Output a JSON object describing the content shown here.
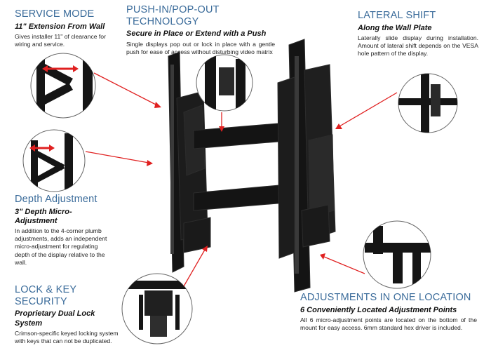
{
  "sections": {
    "service_mode": {
      "heading": "SERVICE MODE",
      "subheading": "11\" Extension From Wall",
      "body": "Gives installer 11\" of clearance for wiring and service."
    },
    "push_in": {
      "heading": "PUSH-IN/POP-OUT TECHNOLOGY",
      "subheading": "Secure in Place or Extend with a Push",
      "body": "Single displays pop out or lock in place with a gentle push for ease of access without disturbing video matrix"
    },
    "lateral_shift": {
      "heading": "LATERAL SHIFT",
      "subheading": "Along the Wall Plate",
      "body": "Laterally slide display during installation. Amount of lateral shift depends on the VESA hole pattern of the display."
    },
    "depth_adjustment": {
      "heading": "Depth Adjustment",
      "subheading": "3\" Depth Micro-Adjustment",
      "body": "In addition to the 4-corner plumb adjustments, adds an independent micro-adjustment for regulating depth of the display relative to the wall."
    },
    "lock_key": {
      "heading": "LOCK & KEY SECURITY",
      "subheading": "Proprietary Dual Lock System",
      "body": "Crimson-specific keyed locking system with keys that can not be duplicated."
    },
    "adjustments": {
      "heading": "ADJUSTMENTS IN ONE LOCATION",
      "subheading": "6 Conveniently Located Adjustment Points",
      "body": "All 6 micro-adjustment points are located on the bottom of the mount for easy access. 6mm standard hex driver is included."
    }
  },
  "colors": {
    "heading": "#3a6b9a",
    "arrow": "#e02020",
    "mount": "#111111",
    "circle": "#666666"
  }
}
